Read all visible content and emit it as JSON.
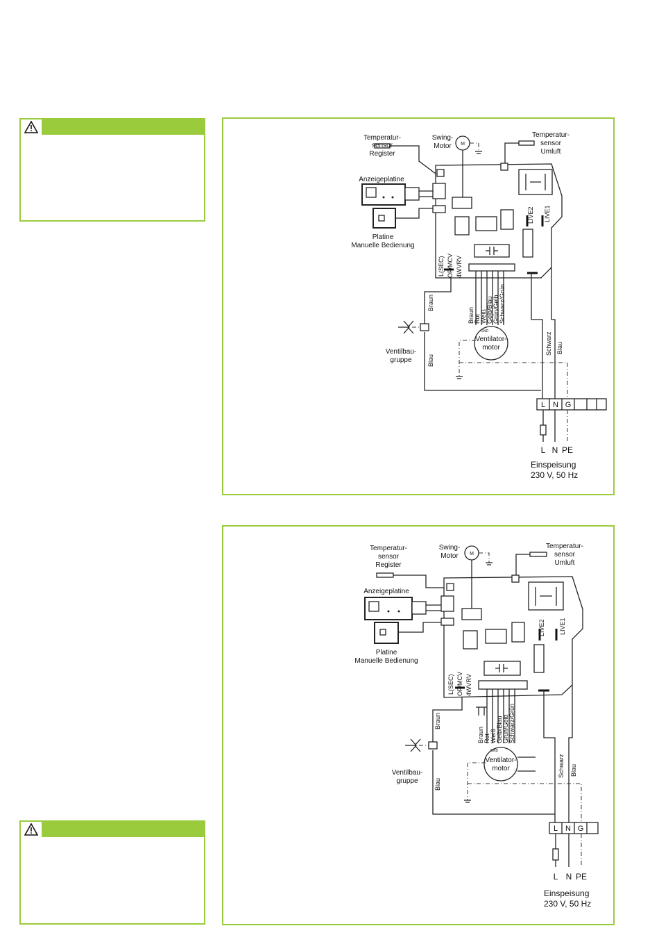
{
  "diagram1": {
    "temp_register": [
      "Temperatur-",
      "sensor",
      "Register"
    ],
    "swing_motor": [
      "Swing-",
      "Motor"
    ],
    "motor_symbol": "M",
    "temp_umluft": [
      "Temperatur-",
      "sensor",
      "Umluft"
    ],
    "anzeigeplatine": "Anzeigeplatine",
    "platine_manuell": [
      "Platine",
      "Manuelle Bedienung"
    ],
    "live2": "LIVE2",
    "live1": "LIVE1",
    "l_sec": "L(SEC)",
    "of_mcv": "OF/MCV",
    "four_way": "4WVRV",
    "braun_top": "Braun",
    "blau_left": "Blau",
    "ventilbaugruppe": [
      "Ventilbau-",
      "gruppe"
    ],
    "wire_labels": [
      "Braun",
      "Rot",
      "Weiß",
      "Gelb/Blau",
      "Grün/Gelb",
      "Schwarz/Grün"
    ],
    "gnd": "GND",
    "fan_motor": [
      "Ventilator-",
      "motor"
    ],
    "schwarz": "Schwarz",
    "blau_right": "Blau",
    "terminals": [
      "L",
      "N",
      "G"
    ],
    "supply_labels": [
      "L",
      "N",
      "PE"
    ],
    "einspeisung": [
      "Einspeisung",
      "230 V, 50 Hz"
    ]
  },
  "diagram2": {
    "temp_register": [
      "Temperatur-",
      "sensor",
      "Register"
    ],
    "swing_motor": [
      "Swing-",
      "Motor"
    ],
    "motor_symbol": "M",
    "temp_umluft": [
      "Temperatur-",
      "sensor",
      "Umluft"
    ],
    "anzeigeplatine": "Anzeigeplatine",
    "platine_manuell": [
      "Platine",
      "Manuelle Bedienung"
    ],
    "live2": "LIVE2",
    "live1": "LIVE1",
    "l_sec": "L(SEC)",
    "of_mcv": "OF/MCV",
    "four_way": "4WVRV",
    "braun_top": "Braun",
    "blau_left": "Blau",
    "ventilbaugruppe": [
      "Ventilbau-",
      "gruppe"
    ],
    "wire_labels": [
      "Braun",
      "Rot",
      "Weiß",
      "Gelb/Blau",
      "Grün/Gelb",
      "Schwarz/Grün"
    ],
    "gnd": "GND",
    "fan_motor": [
      "Ventilator-",
      "motor"
    ],
    "schwarz": "Schwarz",
    "blau_right": "Blau",
    "terminals": [
      "L",
      "N",
      "G"
    ],
    "supply_labels": [
      "L",
      "N",
      "PE"
    ],
    "einspeisung": [
      "Einspeisung",
      "230 V, 50 Hz"
    ]
  },
  "colors": {
    "accent": "#9acb3c"
  },
  "icons": {
    "warning": "warning-triangle-icon"
  }
}
